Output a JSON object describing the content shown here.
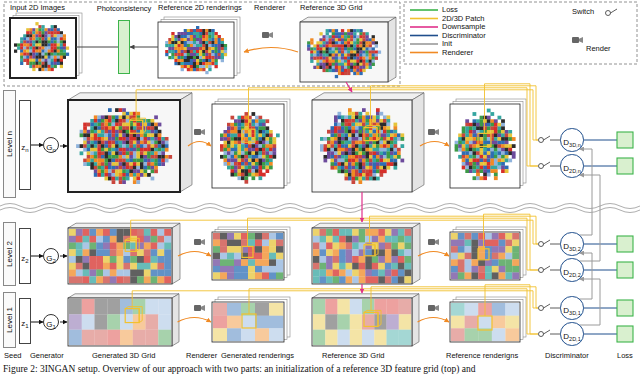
{
  "diagram": {
    "caption": "Figure 2: 3INGAN setup. Overview of our approach with two parts: an initialization of a reference 3D feature grid (top) and",
    "nodes": [
      {
        "text": [
          "Input 2D Images"
        ]
      },
      {
        "text": [
          "Photconsistency"
        ]
      },
      {
        "text": [
          "Reference 2D renderings"
        ]
      },
      {
        "text": [
          "Reference 3D Grid"
        ]
      },
      {
        "text": [
          "Level n"
        ]
      },
      {
        "text": [
          "z",
          "n"
        ]
      },
      {
        "text": [
          "G",
          "n"
        ]
      },
      {
        "text": [
          "D",
          "3D,n"
        ]
      },
      {
        "text": [
          "D",
          "2D,n"
        ]
      },
      {
        "text": [
          "Level 2"
        ]
      },
      {
        "text": [
          "z",
          "2"
        ]
      },
      {
        "text": [
          "G",
          "2"
        ]
      },
      {
        "text": [
          "D",
          "3D,2"
        ]
      },
      {
        "text": [
          "D",
          "2D,2"
        ]
      },
      {
        "text": [
          "Level 1"
        ]
      },
      {
        "text": [
          "z",
          "1"
        ]
      },
      {
        "text": [
          "G",
          "1"
        ]
      },
      {
        "text": [
          "D",
          "3D,1"
        ]
      },
      {
        "text": [
          "D",
          "2D,1"
        ]
      }
    ],
    "edges": [
      {
        "from": 0,
        "to": 1,
        "arrow": "none"
      },
      {
        "from": 2,
        "to": 1,
        "arrow": "to"
      },
      {
        "from": 5,
        "to": 6,
        "arrow": "to"
      },
      {
        "from": 10,
        "to": 11,
        "arrow": "to"
      },
      {
        "from": 15,
        "to": 16,
        "arrow": "to"
      },
      {
        "from": 17,
        "to": 12,
        "arrow": "to"
      },
      {
        "from": 18,
        "to": 13,
        "arrow": "to"
      },
      {
        "from": 12,
        "to": 7,
        "arrow": "to"
      },
      {
        "from": 13,
        "to": 8,
        "arrow": "to"
      }
    ],
    "labels": [
      "Renderer",
      "Seed",
      "Generator",
      "Generated 3D Grid",
      "Renderer",
      "Generated renderings",
      "Reference 3D Grid",
      "Reference renderigns",
      "Discriminator",
      "Loss"
    ],
    "legend": [
      {
        "text": "Loss",
        "color": "#3cb44b"
      },
      {
        "text": "2D/3D Patch",
        "color": "#f2c12e"
      },
      {
        "text": "Downsample",
        "color": "#e0308a"
      },
      {
        "text": "Discriminator",
        "color": "#1f4e8c"
      },
      {
        "text": "Init",
        "color": "#9a9a9a"
      },
      {
        "text": "Renderer",
        "color": "#f08a24"
      },
      {
        "text": "Switch"
      },
      {
        "text": "Render"
      }
    ]
  }
}
